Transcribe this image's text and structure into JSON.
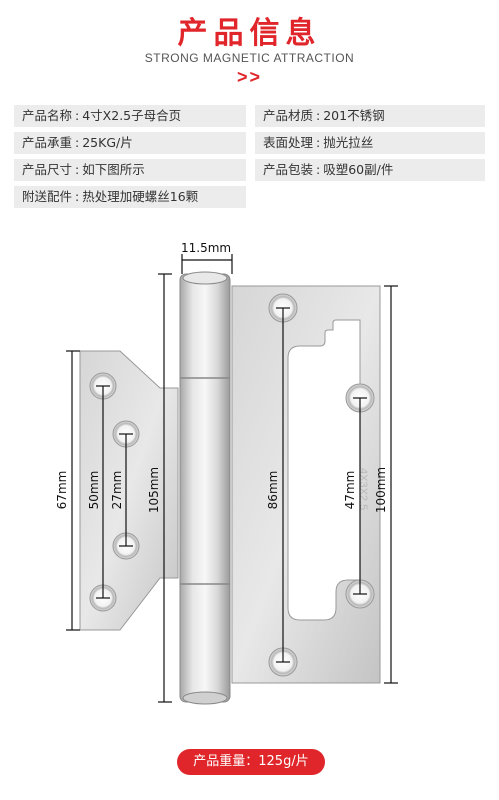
{
  "header": {
    "title": "产品信息",
    "subtitle": "STRONG MAGNETIC ATTRACTION",
    "arrows": ">>"
  },
  "specs": [
    {
      "label": "产品名称",
      "value": "4寸X2.5子母合页"
    },
    {
      "label": "产品材质",
      "value": "201不锈钢"
    },
    {
      "label": "产品承重",
      "value": "25KG/片"
    },
    {
      "label": "表面处理",
      "value": "抛光拉丝"
    },
    {
      "label": "产品尺寸",
      "value": "如下图所示"
    },
    {
      "label": "产品包装",
      "value": "吸塑60副/件"
    },
    {
      "label": "附送配件",
      "value": "热处理加硬螺丝16颗"
    }
  ],
  "dimensions": {
    "knuckle_width": "11.5mm",
    "left_leaf_height": "67mm",
    "left_outer_spacing": "50mm",
    "left_inner_spacing": "27mm",
    "knuckle_height": "105mm",
    "right_outer_spacing": "86mm",
    "right_inner_spacing": "47mm",
    "right_leaf_height": "100mm"
  },
  "stamp_text": "4X3X2.5",
  "weight_label": "产品重量：125g/片",
  "colors": {
    "accent": "#e0262a",
    "spec_bg": "#ececec",
    "steel": "#c9c9c9"
  }
}
